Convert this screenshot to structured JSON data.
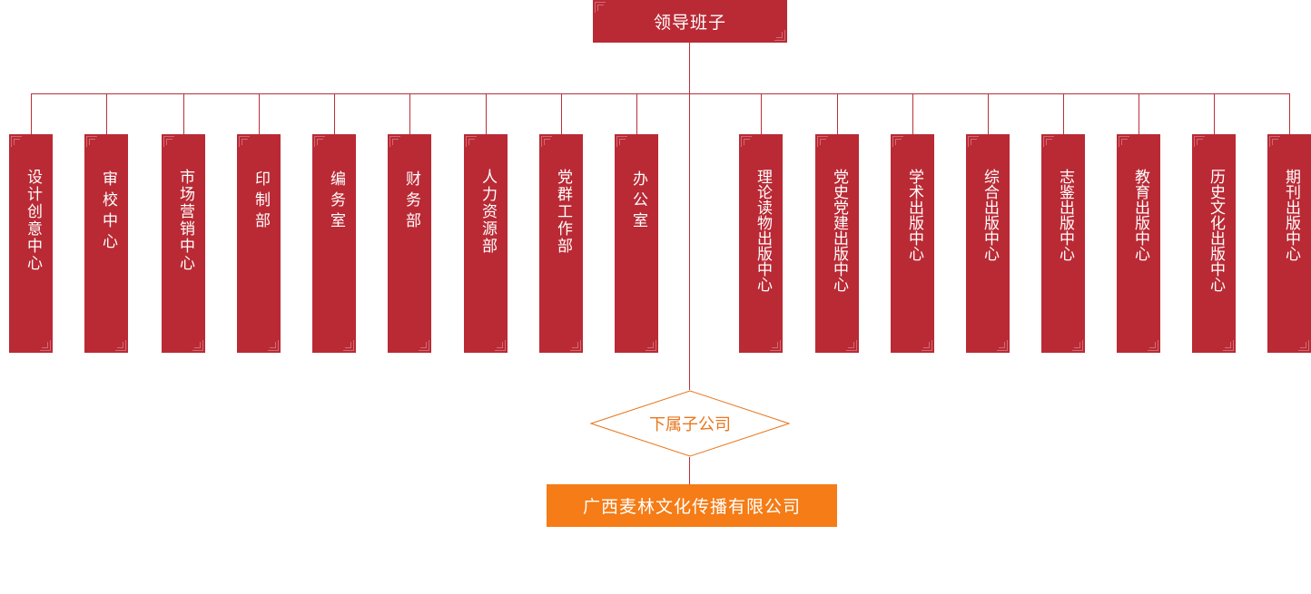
{
  "top": {
    "label": "领导班子"
  },
  "departments_left": [
    {
      "label": "设计创意中心"
    },
    {
      "label": "审校中心"
    },
    {
      "label": "市场营销中心"
    },
    {
      "label": "印制部"
    },
    {
      "label": "编务室"
    },
    {
      "label": "财务部"
    },
    {
      "label": "人力资源部"
    },
    {
      "label": "党群工作部"
    },
    {
      "label": "办公室"
    }
  ],
  "departments_right": [
    {
      "label": "理论读物出版中心"
    },
    {
      "label": "党史党建出版中心"
    },
    {
      "label": "学术出版中心"
    },
    {
      "label": "综合出版中心"
    },
    {
      "label": "志鉴出版中心"
    },
    {
      "label": "教育出版中心"
    },
    {
      "label": "历史文化出版中心"
    },
    {
      "label": "期刊出版中心"
    }
  ],
  "subsidiary": {
    "label": "下属子公司"
  },
  "company": {
    "label": "广西麦林文化传播有限公司"
  },
  "colors": {
    "dept_red": "#b92a35",
    "line_red": "#b8303a",
    "orange": "#f57c16",
    "orange_text": "#e8771e"
  }
}
